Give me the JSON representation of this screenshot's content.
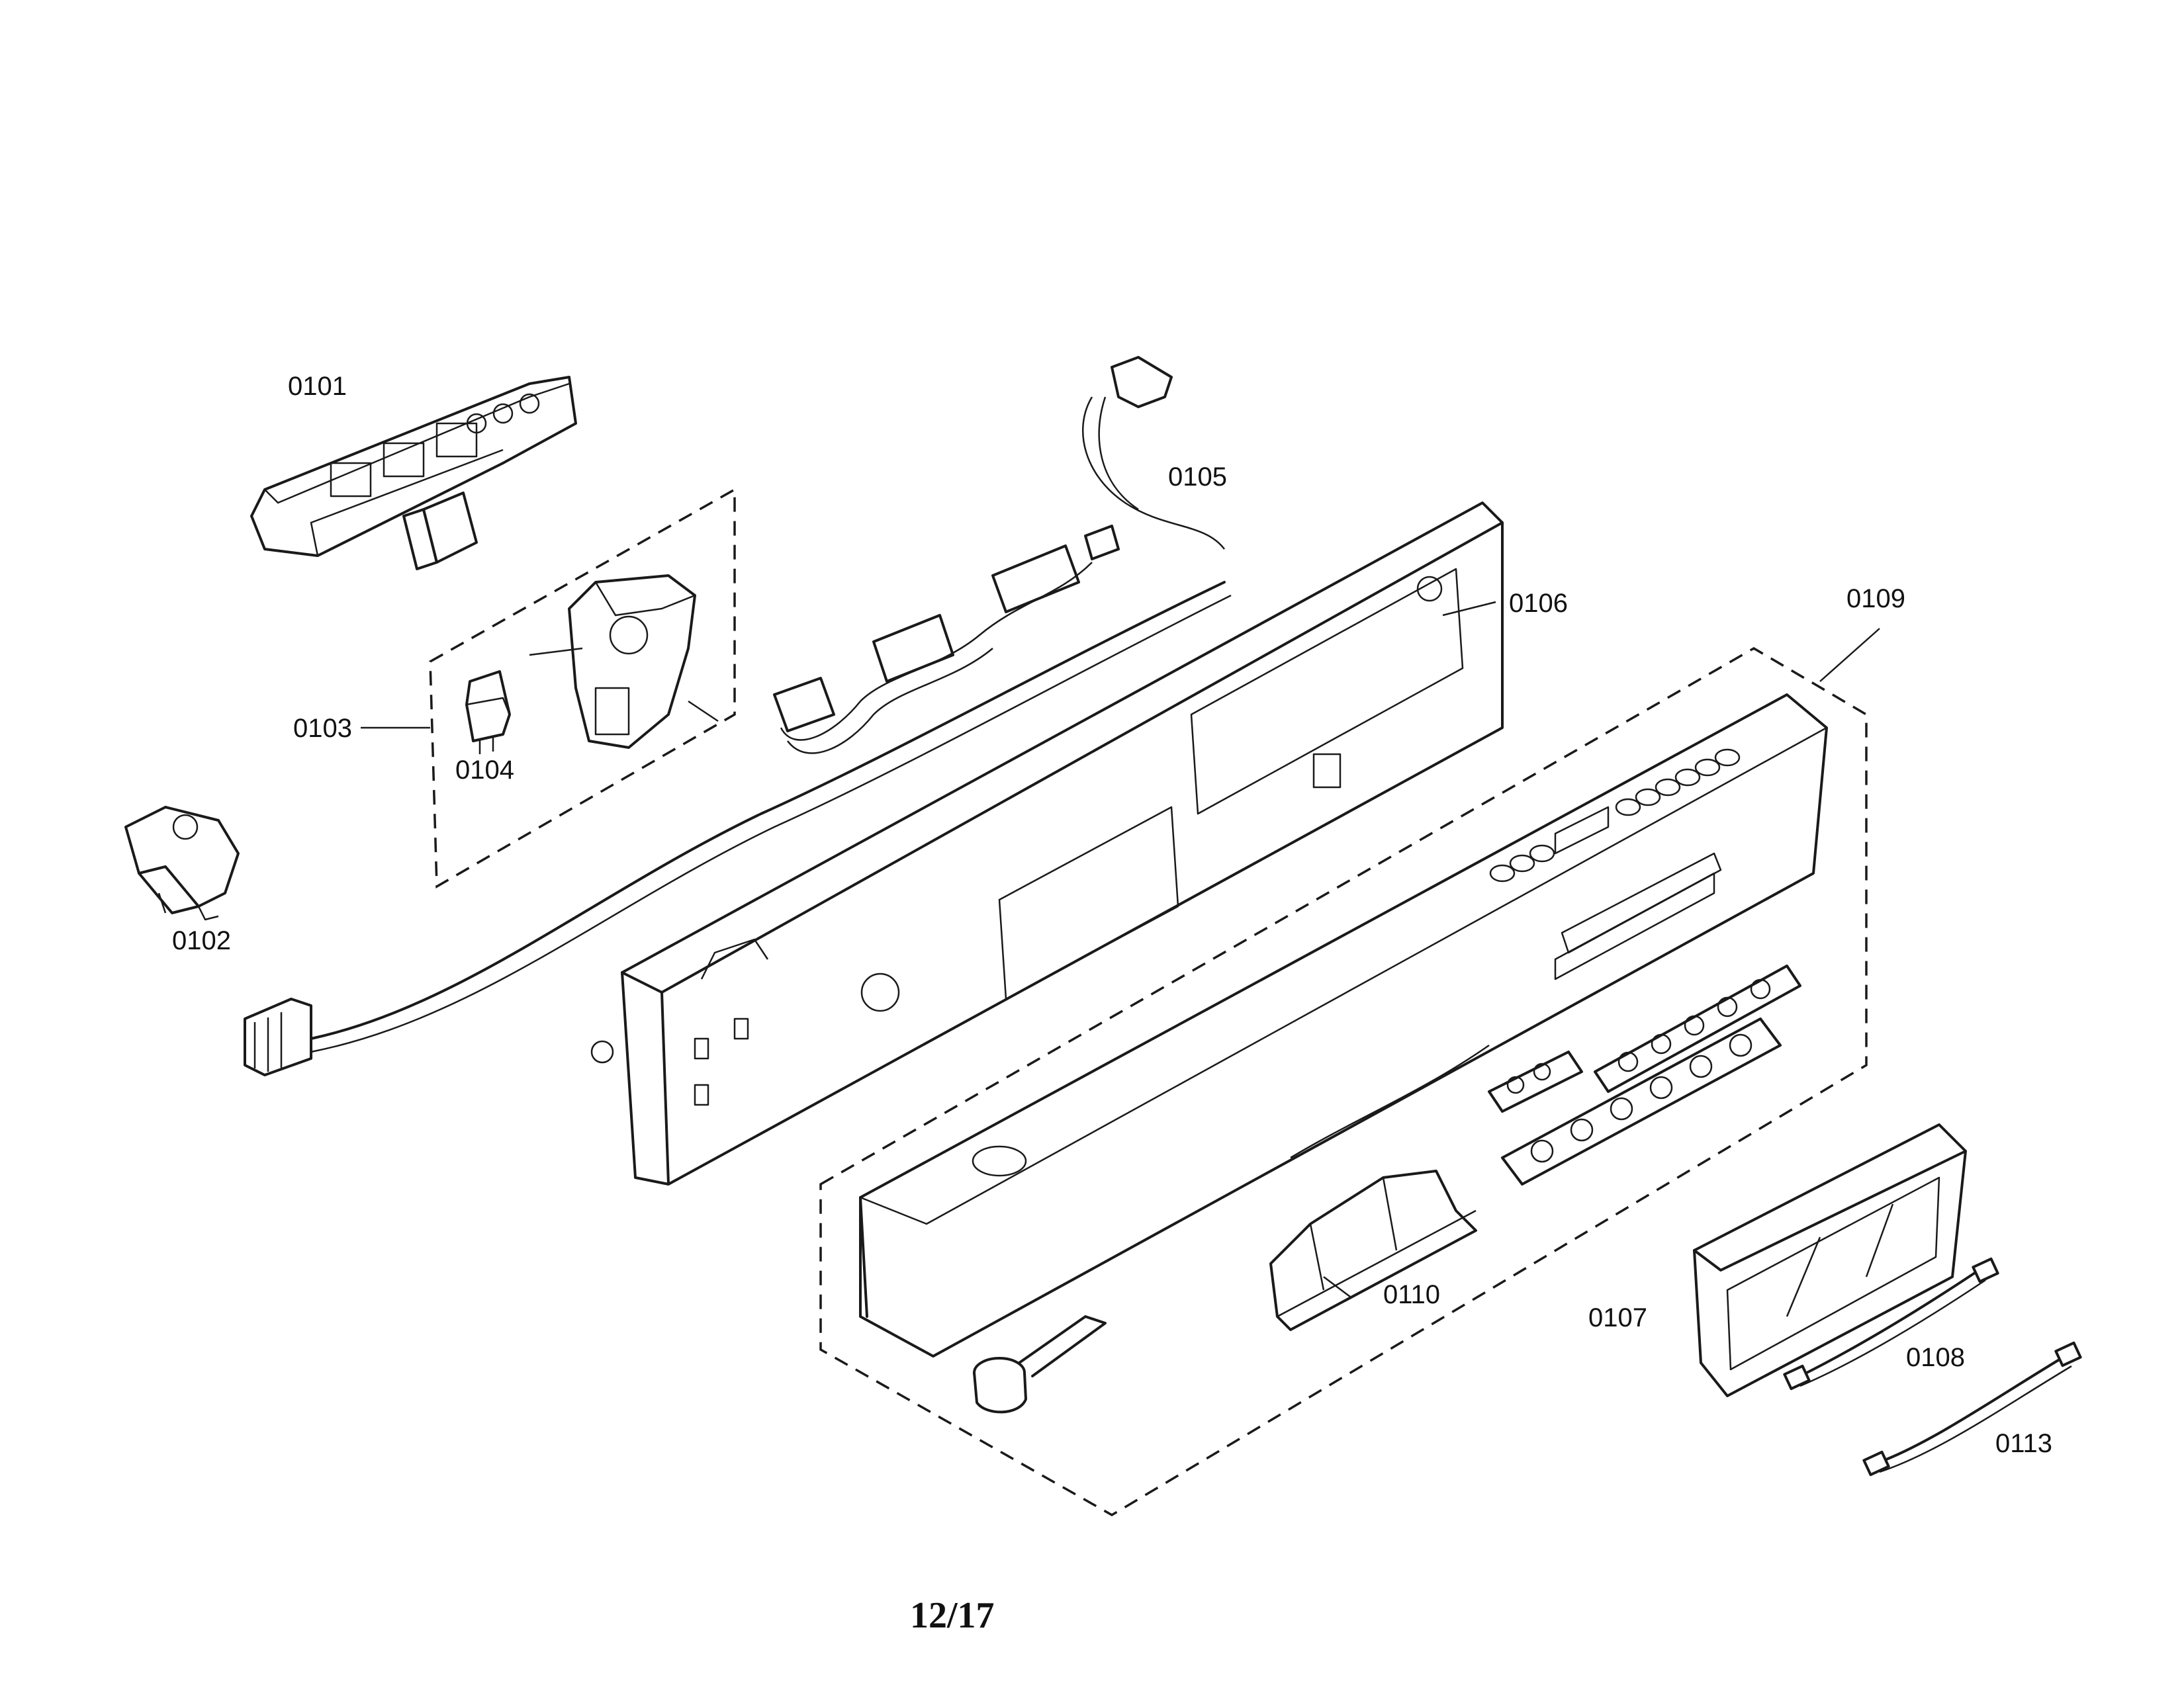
{
  "parts": {
    "p0101": "0101",
    "p0102": "0102",
    "p0103": "0103",
    "p0104": "0104",
    "p0105": "0105",
    "p0106": "0106",
    "p0107": "0107",
    "p0108": "0108",
    "p0109": "0109",
    "p0110": "0110",
    "p0113": "0113"
  },
  "page": "12/17"
}
